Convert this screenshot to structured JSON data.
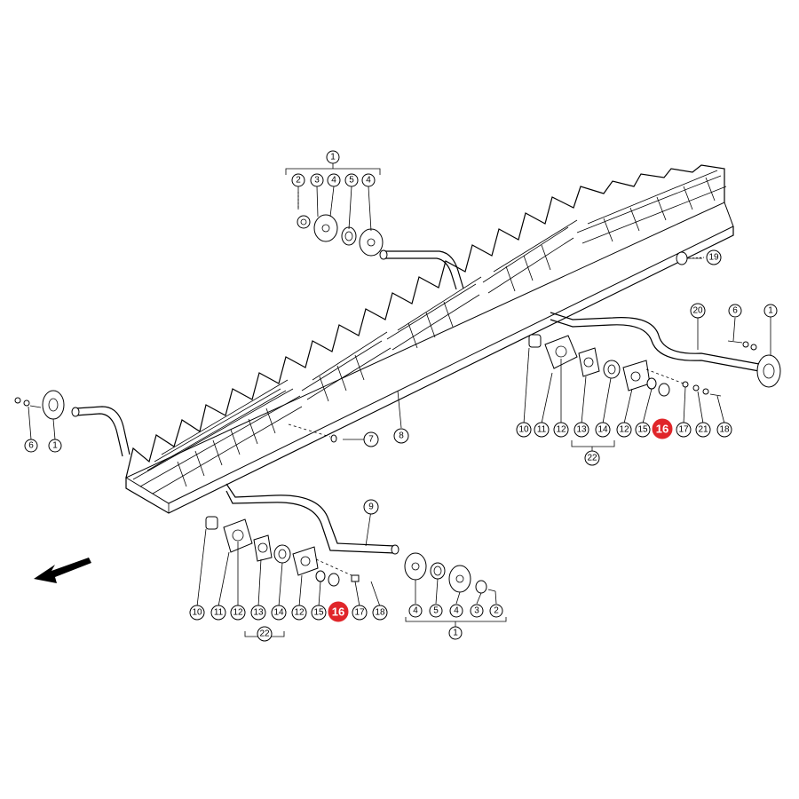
{
  "diagram": {
    "highlight_color": "#e0262a",
    "callouts": [
      {
        "id": "c-top-1",
        "label": "1"
      },
      {
        "id": "c-top-2",
        "label": "2"
      },
      {
        "id": "c-top-3",
        "label": "3"
      },
      {
        "id": "c-top-4a",
        "label": "4"
      },
      {
        "id": "c-top-5",
        "label": "5"
      },
      {
        "id": "c-top-4b",
        "label": "4"
      },
      {
        "id": "c-19",
        "label": "19"
      },
      {
        "id": "c-20",
        "label": "20"
      },
      {
        "id": "c-r-6",
        "label": "6"
      },
      {
        "id": "c-r-1",
        "label": "1"
      },
      {
        "id": "c-r-10",
        "label": "10"
      },
      {
        "id": "c-r-11",
        "label": "11"
      },
      {
        "id": "c-r-12a",
        "label": "12"
      },
      {
        "id": "c-r-13",
        "label": "13"
      },
      {
        "id": "c-r-14",
        "label": "14"
      },
      {
        "id": "c-r-12b",
        "label": "12"
      },
      {
        "id": "c-r-15",
        "label": "15"
      },
      {
        "id": "c-r-16",
        "label": "16",
        "highlight": true
      },
      {
        "id": "c-r-17",
        "label": "17"
      },
      {
        "id": "c-r-21",
        "label": "21"
      },
      {
        "id": "c-r-18",
        "label": "18"
      },
      {
        "id": "c-r-22",
        "label": "22"
      },
      {
        "id": "c-l-6",
        "label": "6"
      },
      {
        "id": "c-l-1",
        "label": "1"
      },
      {
        "id": "c-7",
        "label": "7"
      },
      {
        "id": "c-8",
        "label": "8"
      },
      {
        "id": "c-9",
        "label": "9"
      },
      {
        "id": "c-b-10",
        "label": "10"
      },
      {
        "id": "c-b-11",
        "label": "11"
      },
      {
        "id": "c-b-12a",
        "label": "12"
      },
      {
        "id": "c-b-13",
        "label": "13"
      },
      {
        "id": "c-b-14",
        "label": "14"
      },
      {
        "id": "c-b-12b",
        "label": "12"
      },
      {
        "id": "c-b-15",
        "label": "15"
      },
      {
        "id": "c-b-16",
        "label": "16",
        "highlight": true
      },
      {
        "id": "c-b-17",
        "label": "17"
      },
      {
        "id": "c-b-18",
        "label": "18"
      },
      {
        "id": "c-b-22",
        "label": "22"
      },
      {
        "id": "c-bm-4a",
        "label": "4"
      },
      {
        "id": "c-bm-5",
        "label": "5"
      },
      {
        "id": "c-bm-4b",
        "label": "4"
      },
      {
        "id": "c-bm-3",
        "label": "3"
      },
      {
        "id": "c-bm-2",
        "label": "2"
      },
      {
        "id": "c-bm-1",
        "label": "1"
      }
    ]
  }
}
